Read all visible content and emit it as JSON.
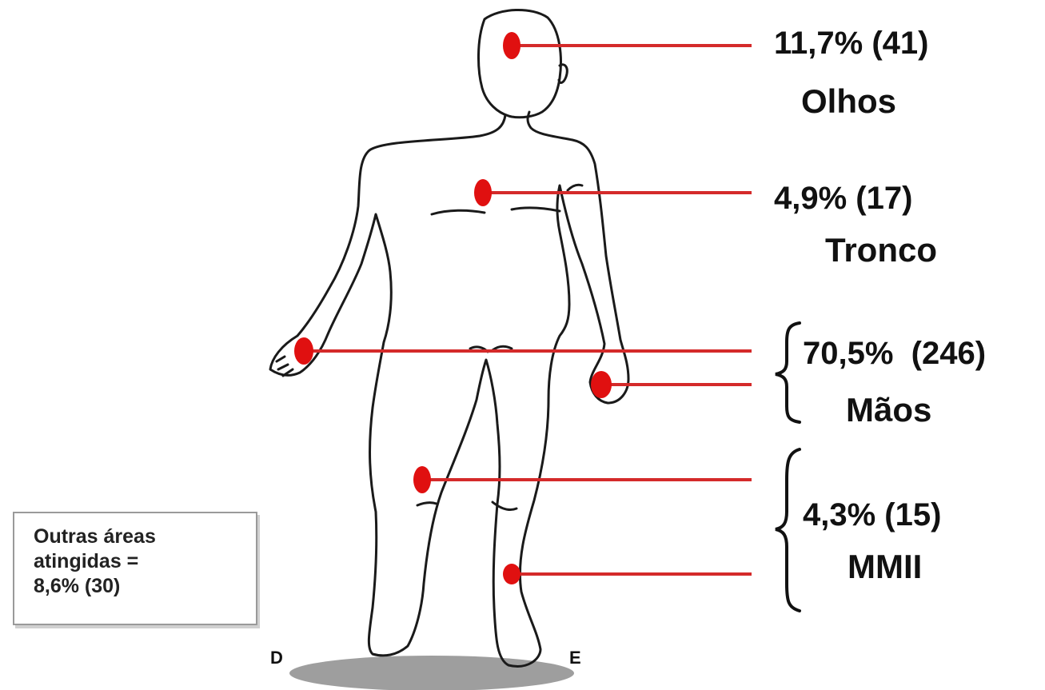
{
  "labels": {
    "eyes": {
      "percent": "11,7% (41)",
      "region": "Olhos"
    },
    "trunk": {
      "percent": "4,9% (17)",
      "region": "Tronco"
    },
    "hands": {
      "percent": "70,5%  (246)",
      "region": "Mãos"
    },
    "legs": {
      "percent": "4,3% (15)",
      "region": "MMII"
    }
  },
  "note": {
    "line1": "Outras áreas",
    "line2": "atingidas =",
    "line3": "8,6% (30)"
  },
  "sides": {
    "right": "D",
    "left": "E"
  },
  "colors": {
    "marker": "#e01010",
    "line": "#d42a2a",
    "outline": "#1a1a1a",
    "floor": "#9e9e9e"
  }
}
